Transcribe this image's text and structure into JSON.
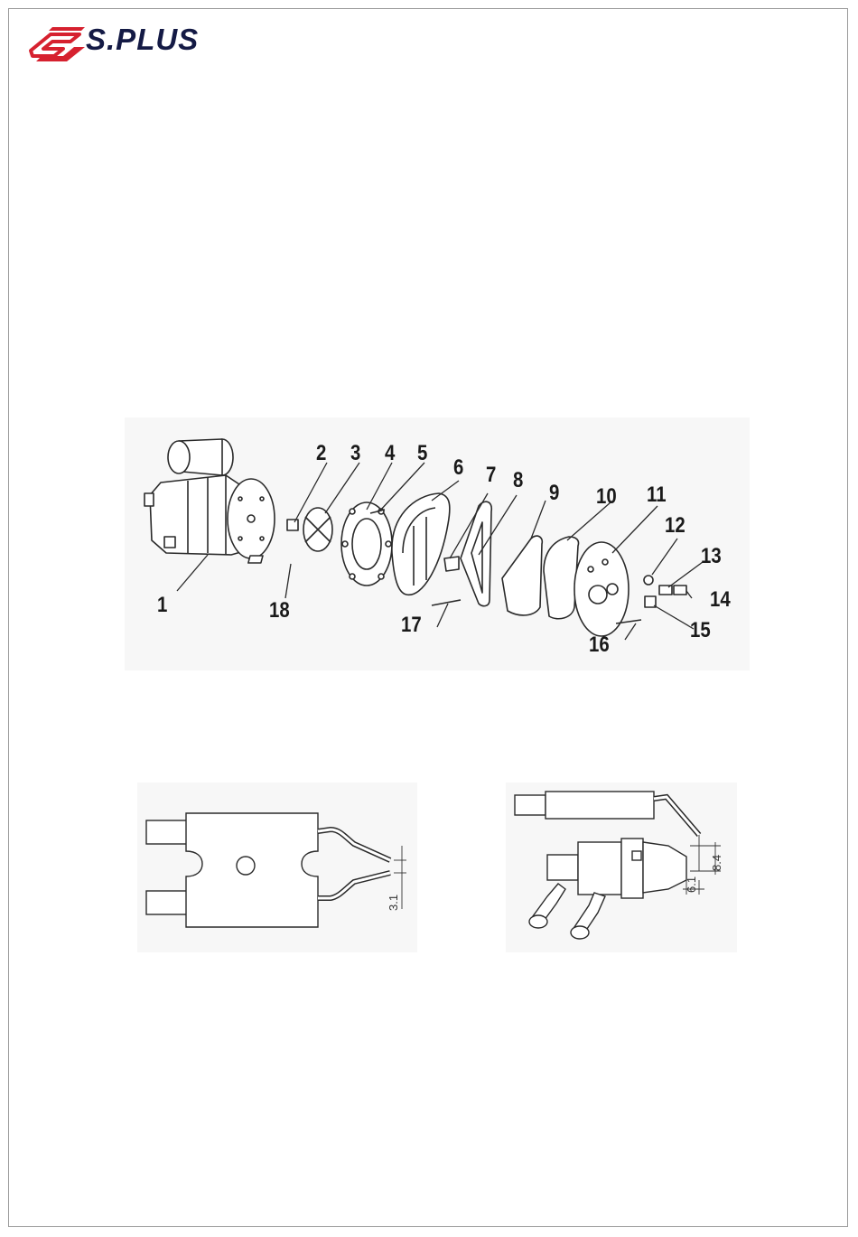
{
  "brand": {
    "name": "S.PLUS",
    "colors": {
      "mark": "#d6212f",
      "text": "#141a45"
    }
  },
  "exploded_view": {
    "callouts": [
      "1",
      "2",
      "3",
      "4",
      "5",
      "6",
      "7",
      "8",
      "9",
      "10",
      "11",
      "12",
      "13",
      "14",
      "15",
      "16",
      "17",
      "18"
    ]
  },
  "electrode_top_view": {
    "dimension": "3.1"
  },
  "electrode_side_view": {
    "dimensions": [
      "8.4",
      "6.1"
    ]
  }
}
